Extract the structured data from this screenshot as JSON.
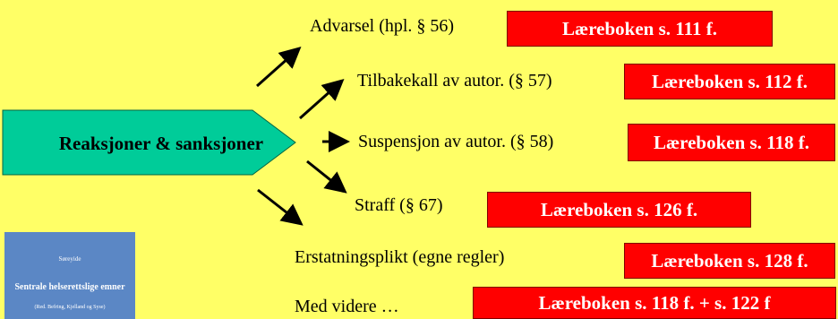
{
  "center": {
    "label": "Reaksjoner & sanksjoner"
  },
  "items": [
    {
      "text": "Advarsel (hpl. § 56)",
      "ref": "Læreboken s. 111  f."
    },
    {
      "text": "Tilbakekall av autor. (§ 57)",
      "ref": "Læreboken s. 112 f."
    },
    {
      "text": "Suspensjon av autor. (§ 58)",
      "ref": "Læreboken s. 118 f."
    },
    {
      "text": "Straff (§ 67)",
      "ref": "Læreboken s. 126 f."
    },
    {
      "text": "Erstatningsplikt (egne regler)",
      "ref": "Læreboken s. 128 f."
    },
    {
      "text": "Med videre …",
      "ref": "Læreboken s. 118 f. + s. 122 f"
    }
  ],
  "book": {
    "line1": "Søreyide",
    "line2": "Sentrale helserettslige emner",
    "line3": "(Red. Befring, Kjelland og Syse)"
  },
  "colors": {
    "background": "#ffff66",
    "hexagon": "#00cc99",
    "ref_box": "#ff0000",
    "book_cover": "#5b87c5"
  }
}
